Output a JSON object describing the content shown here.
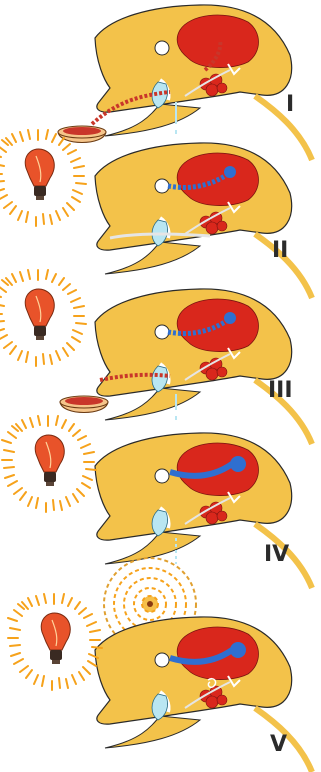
{
  "panels": [
    {
      "label": "I"
    },
    {
      "label": "II"
    },
    {
      "label": "III"
    },
    {
      "label": "IV"
    },
    {
      "label": "V"
    }
  ],
  "colors": {
    "head": "#f3c24a",
    "head_stroke": "#2a2a2a",
    "brain": "#d9271c",
    "gland": "#d9271c",
    "nerve_blue": "#2f6fd0",
    "drop": "#b9e6f2",
    "bulb": "#e8532a",
    "rays": "#f6a21b",
    "food": "#c9362a",
    "bowl": "#f5c48a"
  }
}
